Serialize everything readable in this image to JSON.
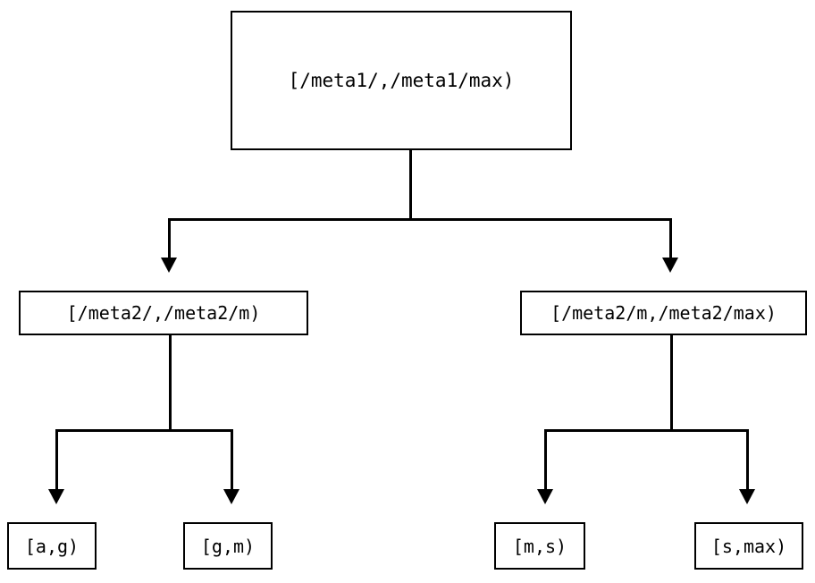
{
  "diagram": {
    "title": "range-partition-tree",
    "background_color": "#ffffff",
    "line_color": "#000000",
    "text_color": "#000000",
    "nodes": {
      "root": {
        "label": "[/meta1/,/meta1/max)"
      },
      "mid_left": {
        "label": "[/meta2/,/meta2/m)"
      },
      "mid_right": {
        "label": "[/meta2/m,/meta2/max)"
      },
      "leaf_1": {
        "label": "[a,g)"
      },
      "leaf_2": {
        "label": "[g,m)"
      },
      "leaf_3": {
        "label": "[m,s)"
      },
      "leaf_4": {
        "label": "[s,max)"
      }
    },
    "edges": [
      {
        "from": "root",
        "to": "mid_left",
        "arrow": "down"
      },
      {
        "from": "root",
        "to": "mid_right",
        "arrow": "down"
      },
      {
        "from": "mid_left",
        "to": "leaf_1",
        "arrow": "down"
      },
      {
        "from": "mid_left",
        "to": "leaf_2",
        "arrow": "down"
      },
      {
        "from": "mid_right",
        "to": "leaf_3",
        "arrow": "down"
      },
      {
        "from": "mid_right",
        "to": "leaf_4",
        "arrow": "down"
      }
    ]
  }
}
